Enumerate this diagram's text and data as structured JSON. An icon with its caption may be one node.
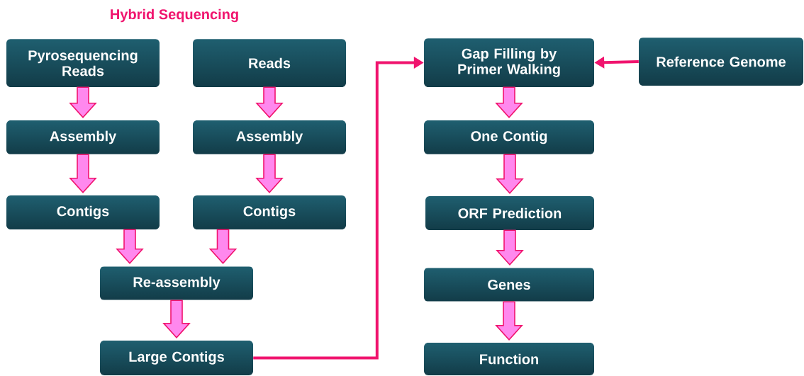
{
  "diagram": {
    "title": "Hybrid Sequencing",
    "nodes": [
      {
        "text": [
          "Pyrosequencing Reads"
        ]
      },
      {
        "text": [
          "Reads"
        ]
      },
      {
        "text": [
          "Assembly"
        ]
      },
      {
        "text": [
          "Assembly"
        ]
      },
      {
        "text": [
          "Contigs"
        ]
      },
      {
        "text": [
          "Contigs"
        ]
      },
      {
        "text": [
          "Re-assembly"
        ]
      },
      {
        "text": [
          "Large Contigs"
        ]
      },
      {
        "text": [
          "Gap Filling by Primer Walking"
        ]
      },
      {
        "text": [
          "Reference Genome"
        ]
      },
      {
        "text": [
          "One Contig"
        ]
      },
      {
        "text": [
          "ORF Prediction"
        ]
      },
      {
        "text": [
          "Genes"
        ]
      },
      {
        "text": [
          "Function"
        ]
      }
    ],
    "edges": [
      {
        "from": 0,
        "to": 2,
        "arrow": "to"
      },
      {
        "from": 2,
        "to": 4,
        "arrow": "to"
      },
      {
        "from": 1,
        "to": 3,
        "arrow": "to"
      },
      {
        "from": 3,
        "to": 5,
        "arrow": "to"
      },
      {
        "from": 4,
        "to": 6,
        "arrow": "to"
      },
      {
        "from": 5,
        "to": 6,
        "arrow": "to"
      },
      {
        "from": 6,
        "to": 7,
        "arrow": "to"
      },
      {
        "from": 7,
        "to": 8,
        "arrow": "to"
      },
      {
        "from": 9,
        "to": 8,
        "arrow": "to"
      },
      {
        "from": 8,
        "to": 10,
        "arrow": "to"
      },
      {
        "from": 10,
        "to": 11,
        "arrow": "to"
      },
      {
        "from": 11,
        "to": 12,
        "arrow": "to"
      },
      {
        "from": 12,
        "to": 13,
        "arrow": "to"
      }
    ]
  }
}
